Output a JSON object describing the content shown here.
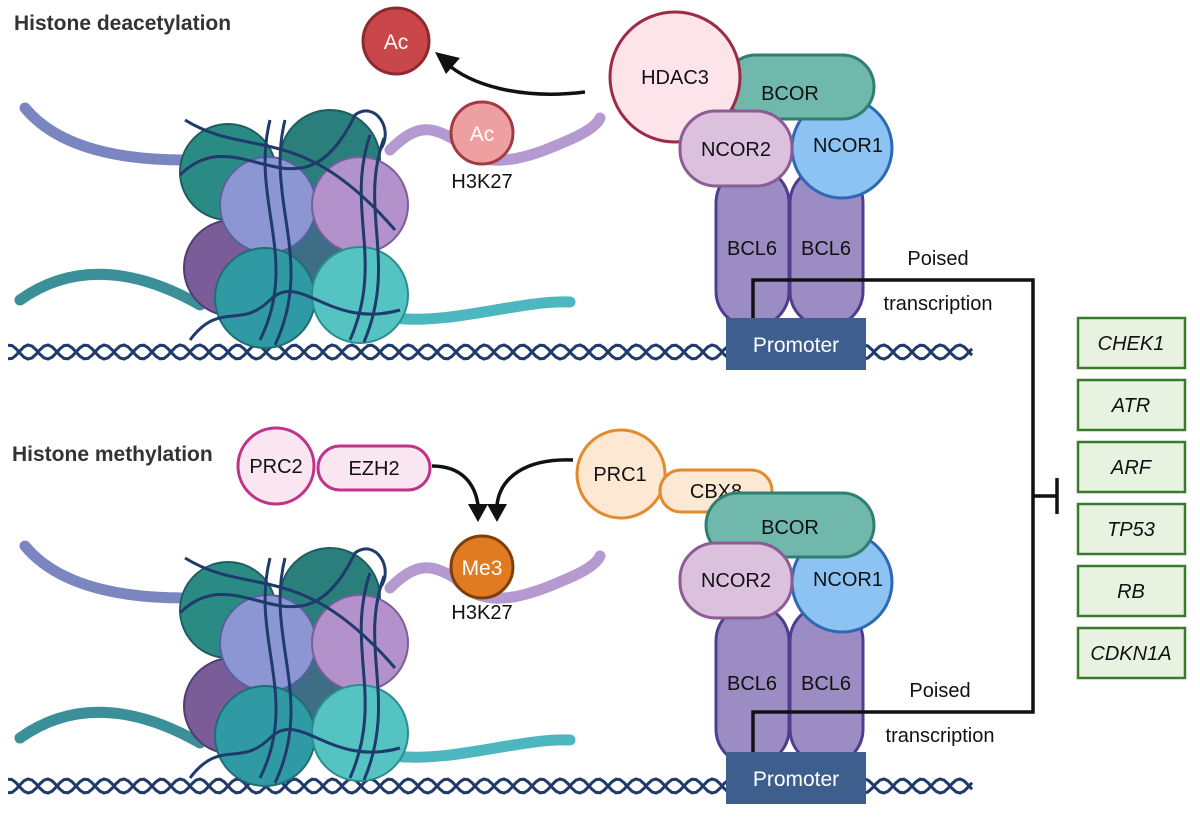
{
  "sections": {
    "deacetylation": {
      "title": "Histone deacetylation"
    },
    "methylation": {
      "title": "Histone methylation"
    }
  },
  "top": {
    "ac_released": "Ac",
    "ac_mark": "Ac",
    "h3k27": "H3K27",
    "hdac3": "HDAC3",
    "bcor": "BCOR",
    "ncor2": "NCOR2",
    "ncor1": "NCOR1",
    "bcl6_left": "BCL6",
    "bcl6_right": "BCL6",
    "promoter": "Promoter",
    "poised": "Poised",
    "transcription": "transcription"
  },
  "bottom": {
    "prc2": "PRC2",
    "ezh2": "EZH2",
    "prc1": "PRC1",
    "cbx8": "CBX8",
    "me3": "Me3",
    "h3k27": "H3K27",
    "bcor": "BCOR",
    "ncor2": "NCOR2",
    "ncor1": "NCOR1",
    "bcl6_left": "BCL6",
    "bcl6_right": "BCL6",
    "promoter": "Promoter",
    "poised": "Poised",
    "transcription": "transcription"
  },
  "genes": [
    "CHEK1",
    "ATR",
    "ARF",
    "TP53",
    "RB",
    "CDKN1A"
  ],
  "colors": {
    "dna": "#1f3a6b",
    "ac_released": "#c9474b",
    "ac_mark": "#eea0a0",
    "hdac3": "#fce4ea",
    "bcor": "#6fb8ab",
    "ncor2": "#dcc1de",
    "ncor1": "#8cc3f2",
    "bcl6": "#9c8cc4",
    "promoter": "#3e5f8e",
    "prc2": "#f9e6f1",
    "prc1": "#fce8d3",
    "me3": "#e07b22",
    "gene_fill": "#e8f2e1",
    "gene_stroke": "#3a7a2c"
  }
}
